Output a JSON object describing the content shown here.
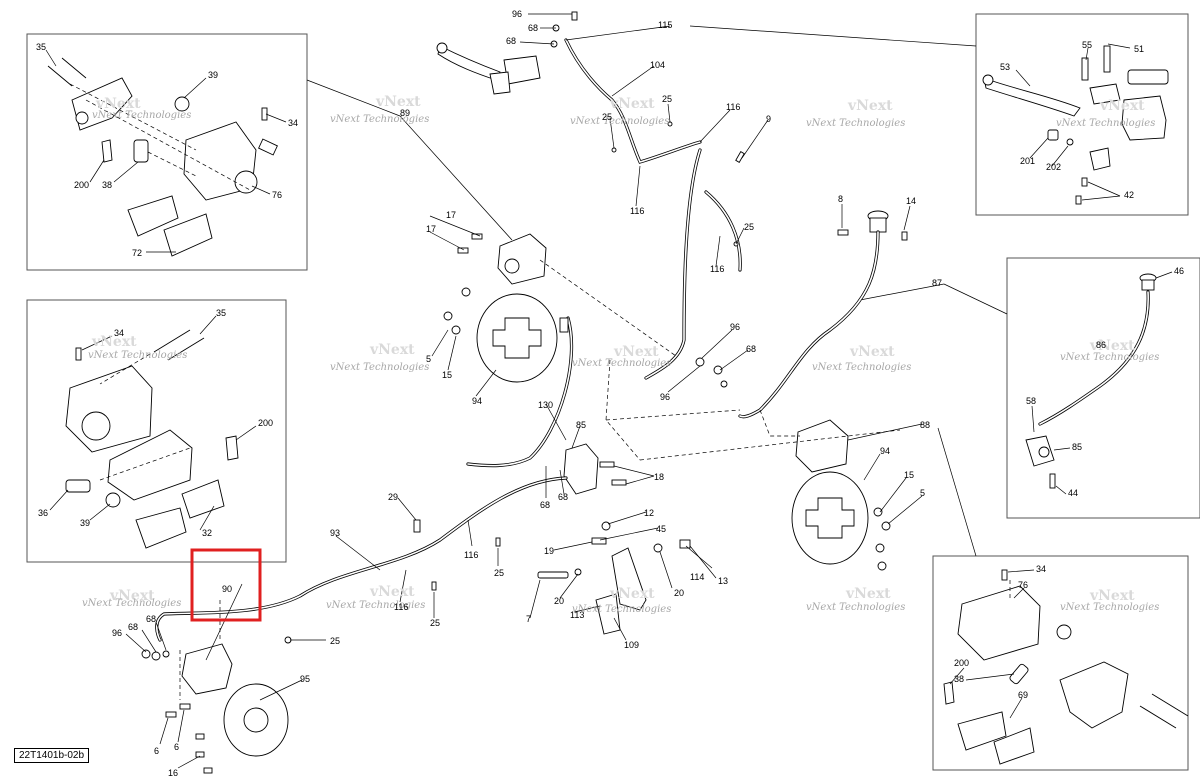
{
  "diagram": {
    "reference_code": "22T1401b-02b",
    "watermark": {
      "line1": "vNext",
      "line2": "Technologies",
      "full": "vNext Technologies"
    },
    "highlight_color": "#e02020",
    "callouts": {
      "c96a": "96",
      "c68a": "68",
      "c68b": "68",
      "c115": "115",
      "c104": "104",
      "c25a": "25",
      "c25b": "25",
      "c116a": "116",
      "c116b": "116",
      "c9": "9",
      "c89": "89",
      "c17a": "17",
      "c17b": "17",
      "c5a": "5",
      "c15a": "15",
      "c94a": "94",
      "c116c": "116",
      "c25c": "25",
      "c96b": "96",
      "c68c": "68",
      "c96c": "96",
      "c130": "130",
      "c85a": "85",
      "c68d": "68",
      "c68e": "68",
      "c18": "18",
      "c12": "12",
      "c45": "45",
      "c19": "19",
      "c114": "114",
      "c13": "13",
      "c20a": "20",
      "c20b": "20",
      "c7": "7",
      "c113": "113",
      "c109": "109",
      "c29": "29",
      "c116d": "116",
      "c25d": "25",
      "c93": "93",
      "c116e": "116",
      "c25e": "25",
      "c90": "90",
      "c96d": "96",
      "c68f": "68",
      "c68g": "68",
      "c25f": "25",
      "c95": "95",
      "c6a": "6",
      "c6b": "6",
      "c16": "16",
      "c8": "8",
      "c14": "14",
      "c87": "87",
      "c88": "88",
      "c94b": "94",
      "c15b": "15",
      "c5b": "5",
      "tl35": "35",
      "tl39": "39",
      "tl34": "34",
      "tl200": "200",
      "tl38": "38",
      "tl76": "76",
      "tl72": "72",
      "ml34": "34",
      "ml35": "35",
      "ml200": "200",
      "ml36": "36",
      "ml39": "39",
      "ml32": "32",
      "tr55": "55",
      "tr51": "51",
      "tr53": "53",
      "tr201": "201",
      "tr202": "202",
      "tr42": "42",
      "mr46": "46",
      "mr86": "86",
      "mr58": "58",
      "mr85": "85",
      "mr44": "44",
      "br34": "34",
      "br76": "76",
      "br200": "200",
      "br38": "38",
      "br69": "69"
    }
  }
}
